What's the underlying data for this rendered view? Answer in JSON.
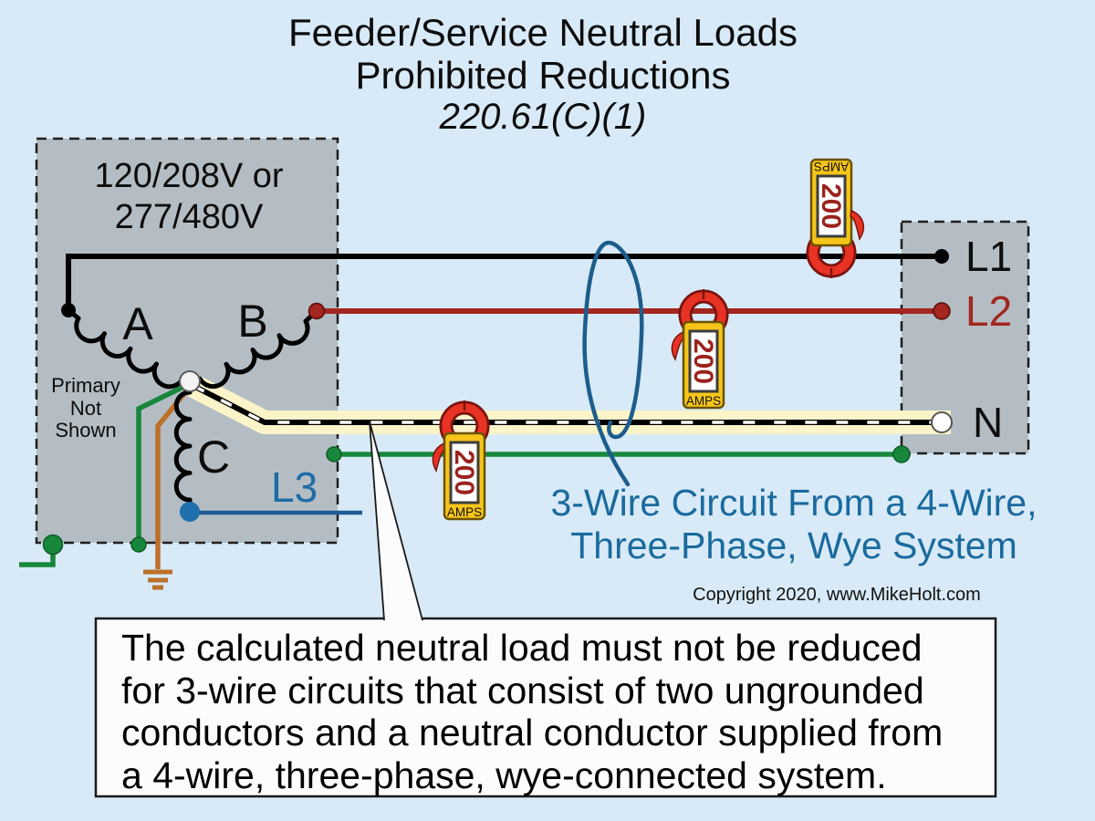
{
  "title": {
    "line1": "Feeder/Service Neutral Loads",
    "line2": "Prohibited Reductions",
    "code": "220.61(C)(1)"
  },
  "transformer": {
    "voltage": {
      "line1": "120/208V or",
      "line2": "277/480V"
    },
    "primary_note": {
      "line1": "Primary",
      "line2": "Not",
      "line3": "Shown"
    },
    "winding_a": "A",
    "winding_b": "B",
    "winding_c": "C"
  },
  "terminals": {
    "l1": "L1",
    "l2": "L2",
    "l3": "L3",
    "neutral": "N"
  },
  "meters": [
    {
      "reading": "200",
      "unit": "AMPS"
    },
    {
      "reading": "200",
      "unit": "AMPS"
    },
    {
      "reading": "200",
      "unit": "AMPS"
    }
  ],
  "caption": {
    "line1": "3-Wire Circuit From a 4-Wire,",
    "line2": "Three-Phase, Wye System"
  },
  "copyright": "Copyright 2020, www.MikeHolt.com",
  "note": {
    "line1": "The calculated neutral load must not be reduced",
    "line2": "for 3-wire circuits that consist of two ungrounded",
    "line3": "conductors and a neutral conductor supplied from",
    "line4": "a 4-wire, three-phase, wye-connected system."
  },
  "colors": {
    "background": "#d8eaf7",
    "panel_gray": "#b4bdc3",
    "phase_l1_black": "#000000",
    "phase_l2_red": "#a3261f",
    "phase_l3_blue": "#1d5c94",
    "neutral_band_cream": "#faf4c8",
    "ground_green": "#17873b",
    "grounding_brown": "#bd7029",
    "meter_yellow": "#f6c51a",
    "meter_clamp_red": "#e83223",
    "meter_reading_red": "#9b231d",
    "caption_blue": "#1a6a9e"
  }
}
